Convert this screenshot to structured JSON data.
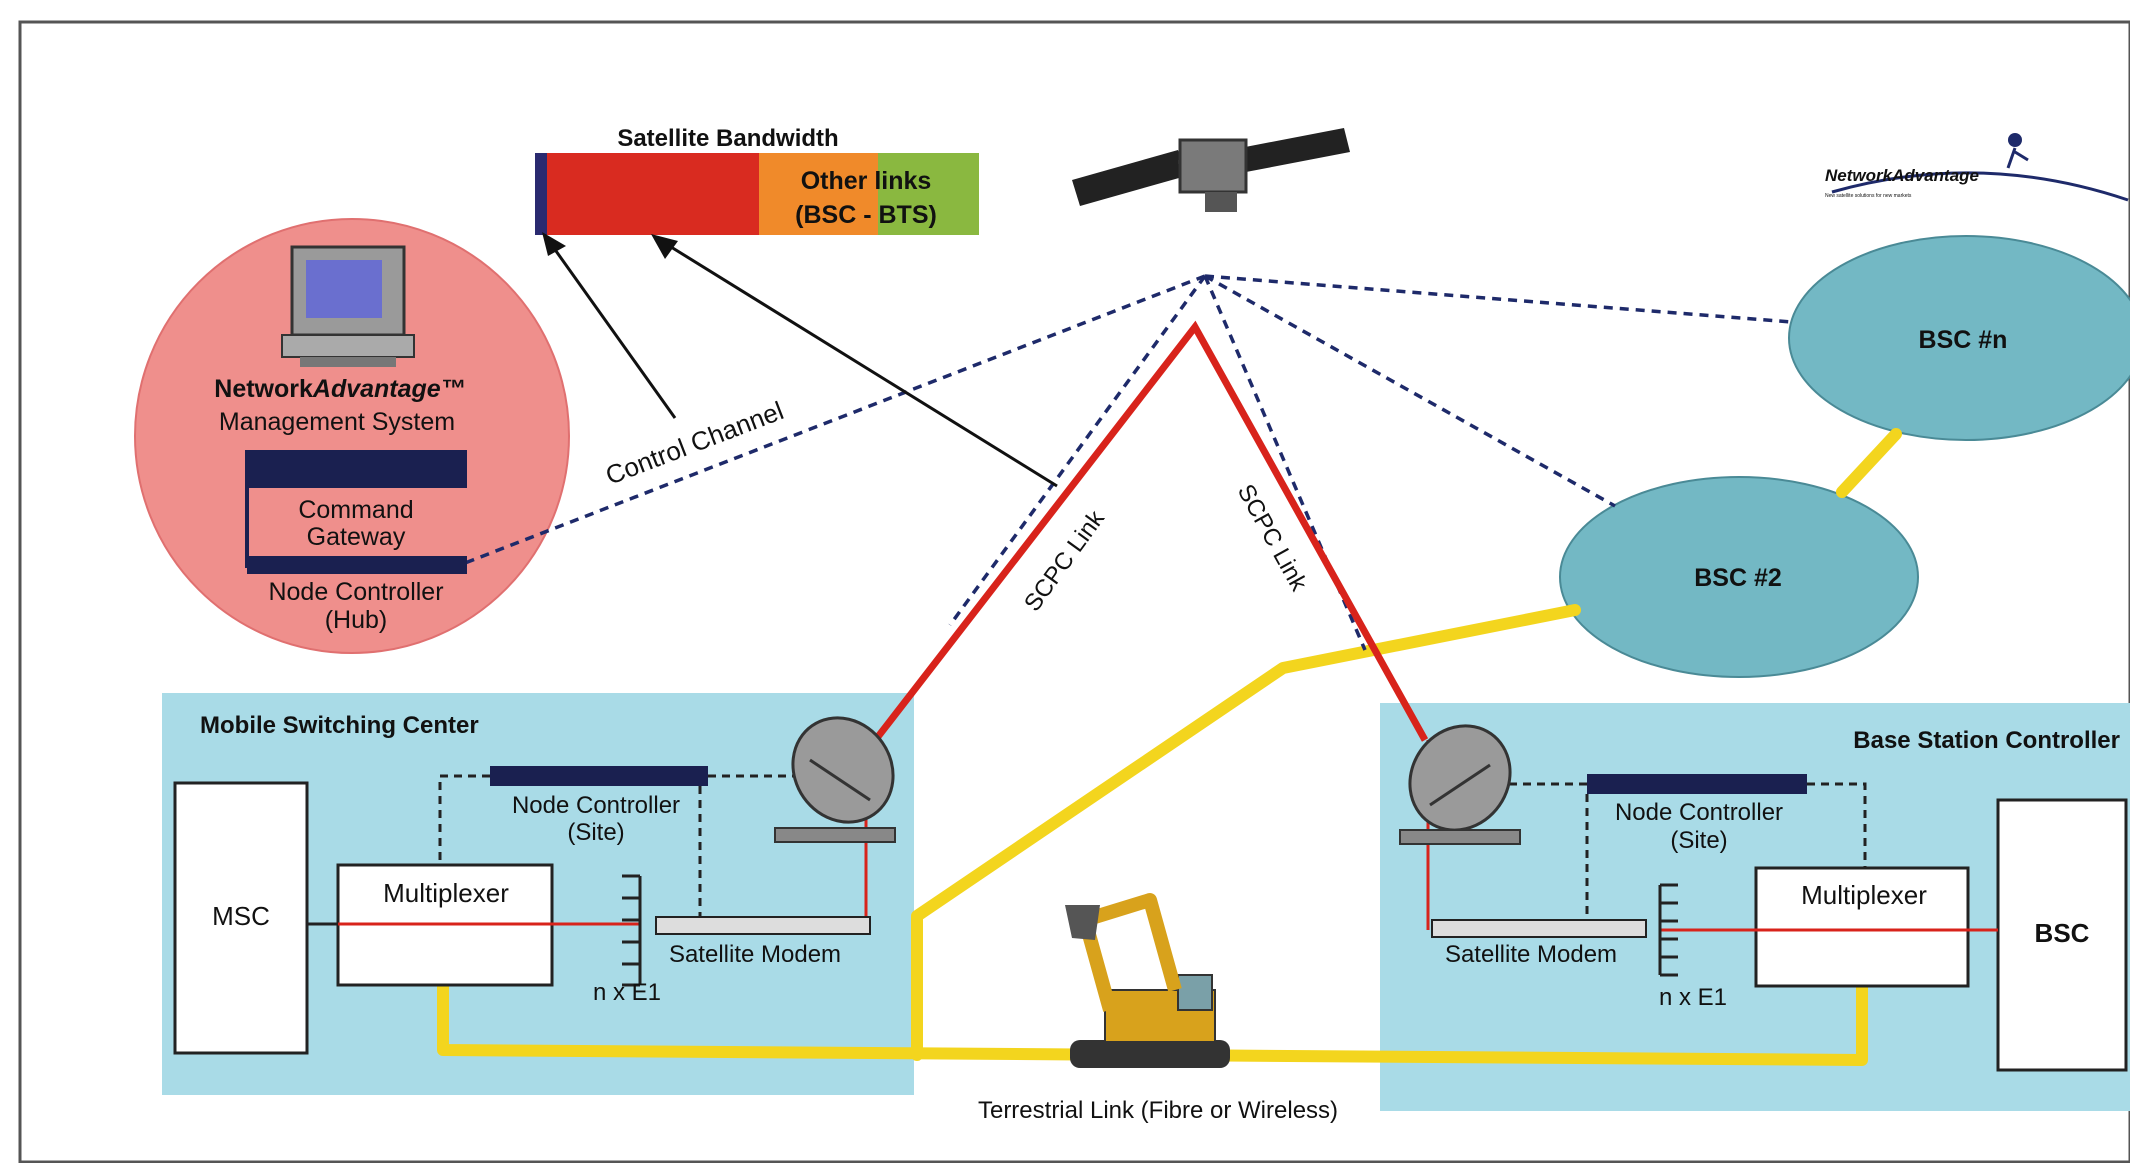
{
  "bandwidth": {
    "title": "Satellite Bandwidth",
    "other_line1": "Other links",
    "other_line2": "(BSC - BTS)",
    "colors": {
      "control": "#2a2a70",
      "red": "#d92b20",
      "orange": "#f08a2a",
      "green": "#8ab840"
    }
  },
  "management": {
    "line1_plain": "Network",
    "line1_italic": "Advantage™",
    "line2": "Management System",
    "gateway_line1": "Command",
    "gateway_line2": "Gateway",
    "hub_line1": "Node Controller",
    "hub_line2": "(Hub)",
    "circle_color": "#ef8f8c"
  },
  "control_channel_label": "Control Channel",
  "scpc_left_label": "SCPC Link",
  "scpc_right_label": "SCPC Link",
  "logo": {
    "name_plain": "Network",
    "name_italic": "Advantage",
    "tagline": "New satellite solutions for new markets"
  },
  "bsc_clouds": {
    "n_label": "BSC #n",
    "two_label": "BSC #2",
    "color": "#73b8c4"
  },
  "msc_panel": {
    "title": "Mobile Switching Center",
    "msc_label": "MSC",
    "mux_label": "Multiplexer",
    "node_line1": "Node Controller",
    "node_line2": "(Site)",
    "modem_label": "Satellite Modem",
    "e1_label": "n x E1"
  },
  "bsc_panel": {
    "title": "Base Station Controller",
    "bsc_label": "BSC",
    "mux_label": "Multiplexer",
    "node_line1": "Node Controller",
    "node_line2": "(Site)",
    "modem_label": "Satellite Modem",
    "e1_label": "n x E1"
  },
  "terrestrial_label": "Terrestrial Link (Fibre or Wireless)",
  "colors": {
    "panel": "#a9dbe7",
    "yellow": "#f3d51e",
    "scpc": "#d8231b",
    "dashed": "#1e2a6a"
  }
}
